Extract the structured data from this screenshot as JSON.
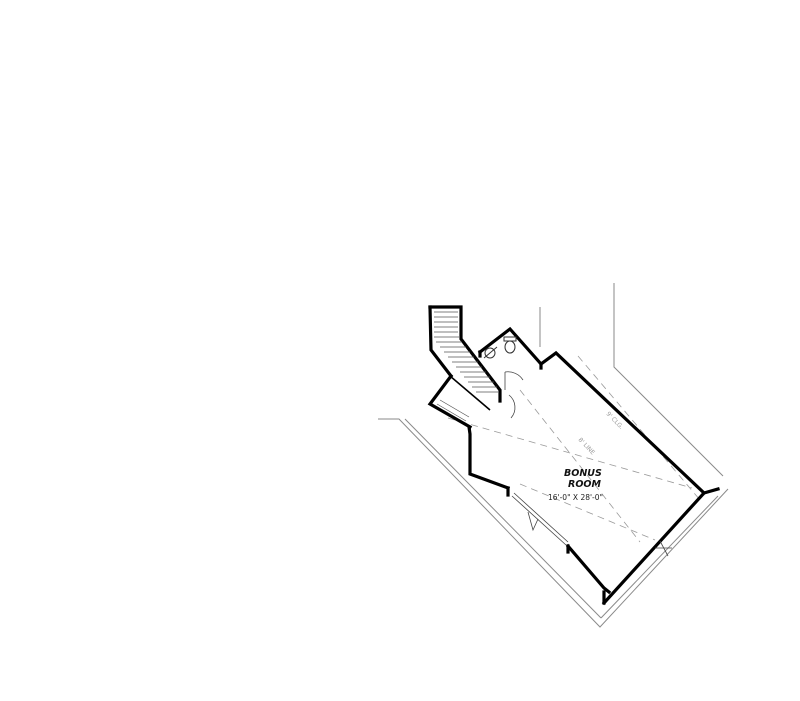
{
  "floor_plan": {
    "room": {
      "name_line1": "BONUS",
      "name_line2": "ROOM",
      "dimensions": "16'-0\" X 28'-0\""
    },
    "ceiling_note": "9' CLG.",
    "beam_note": "8' LINE"
  }
}
